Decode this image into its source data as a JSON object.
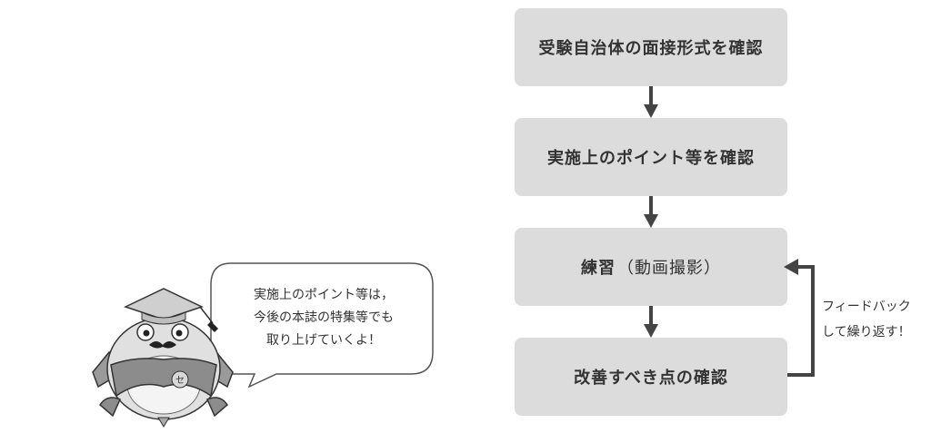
{
  "flow": {
    "steps": [
      {
        "label": "受験自治体の面接形式を確認"
      },
      {
        "label": "実施上のポイント等を確認"
      },
      {
        "label": "練習",
        "note": "（動画撮影）"
      },
      {
        "label": "改善すべき点の確認"
      }
    ],
    "feedback": {
      "line1": "フィードバック",
      "line2": "して繰り返す！"
    }
  },
  "speech": {
    "line1": "実施上のポイント等は，",
    "line2": "今後の本誌の特集等でも",
    "line3": "取り上げていくよ！"
  },
  "mascot": {
    "badge": "セ"
  },
  "colors": {
    "box": "#dcdcdc",
    "arrow": "#444444",
    "text": "#333333"
  }
}
